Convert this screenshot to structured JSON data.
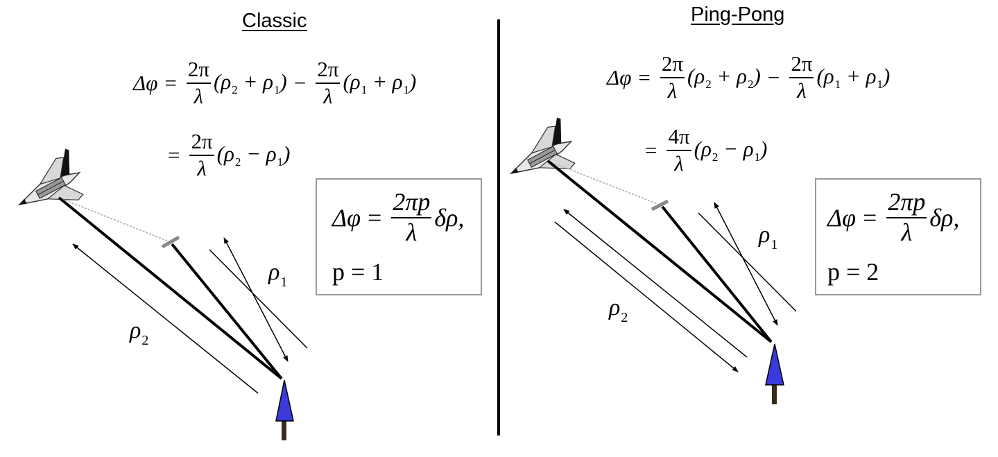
{
  "classic": {
    "heading": "Classic",
    "eq1": {
      "lhs": "Δφ",
      "eq": "=",
      "frac1_num": "2π",
      "frac1_den": "λ",
      "term1": [
        "(ρ",
        "2",
        " + ρ",
        "1",
        ")"
      ],
      "minus": "−",
      "frac2_num": "2π",
      "frac2_den": "λ",
      "term2": [
        "(ρ",
        "1",
        " + ρ",
        "1",
        ")"
      ]
    },
    "eq2": {
      "eq": "=",
      "frac_num": "2π",
      "frac_den": "λ",
      "term": [
        "(ρ",
        "2",
        " − ρ",
        "1",
        ")"
      ]
    },
    "box": {
      "lhs": "Δφ",
      "eq": "=",
      "frac_num": "2πp",
      "frac_den": "λ",
      "rhs": "δρ,",
      "p_line": "p = 1"
    },
    "rho1": {
      "sym": "ρ",
      "sub": "1"
    },
    "rho2": {
      "sym": "ρ",
      "sub": "2"
    }
  },
  "pingpong": {
    "heading": "Ping-Pong",
    "eq1": {
      "lhs": "Δφ",
      "eq": "=",
      "frac1_num": "2π",
      "frac1_den": "λ",
      "term1": [
        "(ρ",
        "2",
        " + ρ",
        "2",
        ")"
      ],
      "minus": "−",
      "frac2_num": "2π",
      "frac2_den": "λ",
      "term2": [
        "(ρ",
        "1",
        " + ρ",
        "1",
        ")"
      ]
    },
    "eq2": {
      "eq": "=",
      "frac_num": "4π",
      "frac_den": "λ",
      "term": [
        "(ρ",
        "2",
        " − ρ",
        "1",
        ")"
      ]
    },
    "box": {
      "lhs": "Δφ",
      "eq": "=",
      "frac_num": "2πp",
      "frac_den": "λ",
      "rhs": "δρ,",
      "p_line": "p = 2"
    },
    "rho1": {
      "sym": "ρ",
      "sub": "1"
    },
    "rho2": {
      "sym": "ρ",
      "sub": "2"
    }
  },
  "colors": {
    "target": "#3a3adb",
    "trunk": "#3a2a1a",
    "box_border": "#999999",
    "line": "#000000"
  },
  "icons": {
    "satellite": "space-shuttle-icon",
    "target": "tree-target-icon"
  }
}
